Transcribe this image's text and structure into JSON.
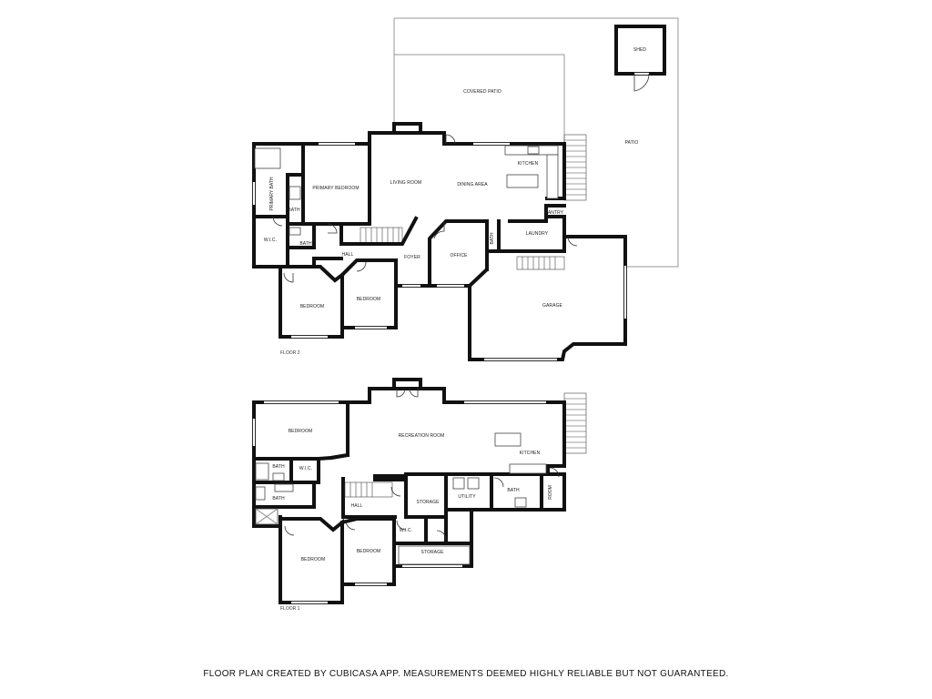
{
  "footer": {
    "disclaimer": "FLOOR PLAN CREATED BY CUBICASA APP. MEASUREMENTS DEEMED HIGHLY RELIABLE BUT NOT GUARANTEED."
  },
  "floor2": {
    "label": "FLOOR 2",
    "rooms": {
      "shed": "SHED",
      "covered_patio": "COVERED PATIO",
      "patio": "PATIO",
      "kitchen": "KITCHEN",
      "living_room": "LIVING ROOM",
      "dining_area": "DINING AREA",
      "primary_bedroom": "PRIMARY BEDROOM",
      "primary_bath": "PRIMARY BATH",
      "bath_a": "BATH",
      "wic": "W.I.C.",
      "bath_b": "BATH",
      "hall": "HALL",
      "foyer": "FOYER",
      "office": "OFFICE",
      "bath_c": "BATH",
      "laundry": "LAUNDRY",
      "pantry": "PANTRY",
      "bedroom_left": "BEDROOM",
      "bedroom_right": "BEDROOM",
      "garage": "GARAGE"
    }
  },
  "floor1": {
    "label": "FLOOR 1",
    "rooms": {
      "bedroom_top": "BEDROOM",
      "recreation_room": "RECREATION ROOM",
      "kitchen": "KITCHEN",
      "bath_a": "BATH",
      "wic_a": "W.I.C.",
      "bath_b": "BATH",
      "hall": "HALL",
      "storage_a": "STORAGE",
      "utility": "UTILITY",
      "bath_c": "BATH",
      "room": "ROOM",
      "wic_b": "W.I.C.",
      "storage_b": "STORAGE",
      "bedroom_left": "BEDROOM",
      "bedroom_right": "BEDROOM"
    }
  }
}
